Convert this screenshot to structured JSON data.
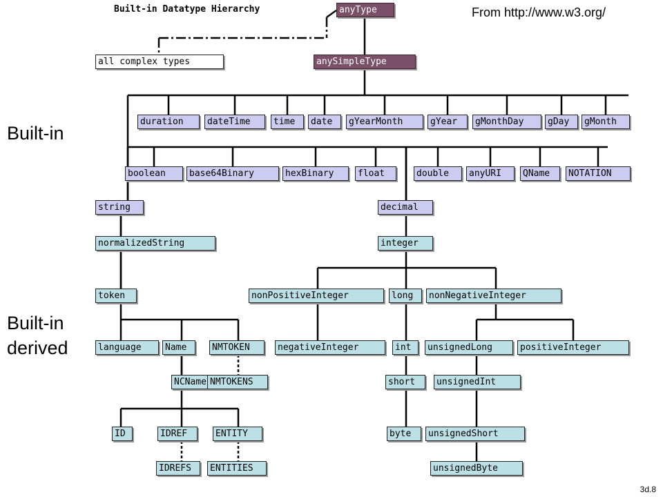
{
  "header": {
    "title": "Built-in Datatype Hierarchy",
    "source": "From http://www.w3.org/"
  },
  "side_labels": {
    "builtin": "Built-in",
    "derived_line1": "Built-in",
    "derived_line2": "derived"
  },
  "footer": {
    "slide_number": "3d.8"
  },
  "colors": {
    "primitive": "#ccccf0",
    "derived": "#bde0e6",
    "ur_type": "#7a5068",
    "complex": "#ffffff",
    "line": "#000000"
  },
  "nodes": [
    {
      "id": "anyType",
      "label": "anyType",
      "kind": "top"
    },
    {
      "id": "allComplexTypes",
      "label": "all complex types",
      "kind": "complex"
    },
    {
      "id": "anySimpleType",
      "label": "anySimpleType",
      "kind": "top"
    },
    {
      "id": "duration",
      "label": "duration",
      "kind": "primitive"
    },
    {
      "id": "dateTime",
      "label": "dateTime",
      "kind": "primitive"
    },
    {
      "id": "time",
      "label": "time",
      "kind": "primitive"
    },
    {
      "id": "date",
      "label": "date",
      "kind": "primitive"
    },
    {
      "id": "gYearMonth",
      "label": "gYearMonth",
      "kind": "primitive"
    },
    {
      "id": "gYear",
      "label": "gYear",
      "kind": "primitive"
    },
    {
      "id": "gMonthDay",
      "label": "gMonthDay",
      "kind": "primitive"
    },
    {
      "id": "gDay",
      "label": "gDay",
      "kind": "primitive"
    },
    {
      "id": "gMonth",
      "label": "gMonth",
      "kind": "primitive"
    },
    {
      "id": "boolean",
      "label": "boolean",
      "kind": "primitive"
    },
    {
      "id": "base64Binary",
      "label": "base64Binary",
      "kind": "primitive"
    },
    {
      "id": "hexBinary",
      "label": "hexBinary",
      "kind": "primitive"
    },
    {
      "id": "float",
      "label": "float",
      "kind": "primitive"
    },
    {
      "id": "double",
      "label": "double",
      "kind": "primitive"
    },
    {
      "id": "anyURI",
      "label": "anyURI",
      "kind": "primitive"
    },
    {
      "id": "QName",
      "label": "QName",
      "kind": "primitive"
    },
    {
      "id": "NOTATION",
      "label": "NOTATION",
      "kind": "primitive"
    },
    {
      "id": "string",
      "label": "string",
      "kind": "primitive"
    },
    {
      "id": "decimal",
      "label": "decimal",
      "kind": "primitive"
    },
    {
      "id": "normalizedString",
      "label": "normalizedString",
      "kind": "derived"
    },
    {
      "id": "integer",
      "label": "integer",
      "kind": "derived"
    },
    {
      "id": "token",
      "label": "token",
      "kind": "derived"
    },
    {
      "id": "nonPositiveInteger",
      "label": "nonPositiveInteger",
      "kind": "derived"
    },
    {
      "id": "long",
      "label": "long",
      "kind": "derived"
    },
    {
      "id": "nonNegativeInteger",
      "label": "nonNegativeInteger",
      "kind": "derived"
    },
    {
      "id": "language",
      "label": "language",
      "kind": "derived"
    },
    {
      "id": "Name",
      "label": "Name",
      "kind": "derived"
    },
    {
      "id": "NMTOKEN",
      "label": "NMTOKEN",
      "kind": "derived"
    },
    {
      "id": "negativeInteger",
      "label": "negativeInteger",
      "kind": "derived"
    },
    {
      "id": "int",
      "label": "int",
      "kind": "derived"
    },
    {
      "id": "unsignedLong",
      "label": "unsignedLong",
      "kind": "derived"
    },
    {
      "id": "positiveInteger",
      "label": "positiveInteger",
      "kind": "derived"
    },
    {
      "id": "NCName",
      "label": "NCName",
      "kind": "derived"
    },
    {
      "id": "NMTOKENS",
      "label": "NMTOKENS",
      "kind": "derived"
    },
    {
      "id": "short",
      "label": "short",
      "kind": "derived"
    },
    {
      "id": "unsignedInt",
      "label": "unsignedInt",
      "kind": "derived"
    },
    {
      "id": "ID",
      "label": "ID",
      "kind": "derived"
    },
    {
      "id": "IDREF",
      "label": "IDREF",
      "kind": "derived"
    },
    {
      "id": "ENTITY",
      "label": "ENTITY",
      "kind": "derived"
    },
    {
      "id": "byte",
      "label": "byte",
      "kind": "derived"
    },
    {
      "id": "unsignedShort",
      "label": "unsignedShort",
      "kind": "derived"
    },
    {
      "id": "IDREFS",
      "label": "IDREFS",
      "kind": "derived"
    },
    {
      "id": "ENTITIES",
      "label": "ENTITIES",
      "kind": "derived"
    },
    {
      "id": "unsignedByte",
      "label": "unsignedByte",
      "kind": "derived"
    }
  ],
  "edges": [
    {
      "from": "anyType",
      "to": "allComplexTypes",
      "style": "dashdot"
    },
    {
      "from": "anyType",
      "to": "anySimpleType",
      "style": "solid"
    },
    {
      "from": "anySimpleType",
      "to": "duration",
      "style": "solid"
    },
    {
      "from": "anySimpleType",
      "to": "dateTime",
      "style": "solid"
    },
    {
      "from": "anySimpleType",
      "to": "time",
      "style": "solid"
    },
    {
      "from": "anySimpleType",
      "to": "date",
      "style": "solid"
    },
    {
      "from": "anySimpleType",
      "to": "gYearMonth",
      "style": "solid"
    },
    {
      "from": "anySimpleType",
      "to": "gYear",
      "style": "solid"
    },
    {
      "from": "anySimpleType",
      "to": "gMonthDay",
      "style": "solid"
    },
    {
      "from": "anySimpleType",
      "to": "gDay",
      "style": "solid"
    },
    {
      "from": "anySimpleType",
      "to": "gMonth",
      "style": "solid"
    },
    {
      "from": "anySimpleType",
      "to": "boolean",
      "style": "solid"
    },
    {
      "from": "anySimpleType",
      "to": "base64Binary",
      "style": "solid"
    },
    {
      "from": "anySimpleType",
      "to": "hexBinary",
      "style": "solid"
    },
    {
      "from": "anySimpleType",
      "to": "float",
      "style": "solid"
    },
    {
      "from": "anySimpleType",
      "to": "double",
      "style": "solid"
    },
    {
      "from": "anySimpleType",
      "to": "anyURI",
      "style": "solid"
    },
    {
      "from": "anySimpleType",
      "to": "QName",
      "style": "solid"
    },
    {
      "from": "anySimpleType",
      "to": "NOTATION",
      "style": "solid"
    },
    {
      "from": "anySimpleType",
      "to": "string",
      "style": "solid"
    },
    {
      "from": "anySimpleType",
      "to": "decimal",
      "style": "solid"
    },
    {
      "from": "string",
      "to": "normalizedString",
      "style": "solid"
    },
    {
      "from": "normalizedString",
      "to": "token",
      "style": "solid"
    },
    {
      "from": "token",
      "to": "language",
      "style": "solid"
    },
    {
      "from": "token",
      "to": "Name",
      "style": "solid"
    },
    {
      "from": "token",
      "to": "NMTOKEN",
      "style": "solid"
    },
    {
      "from": "Name",
      "to": "NCName",
      "style": "solid"
    },
    {
      "from": "NMTOKEN",
      "to": "NMTOKENS",
      "style": "dashed"
    },
    {
      "from": "NCName",
      "to": "ID",
      "style": "solid"
    },
    {
      "from": "NCName",
      "to": "IDREF",
      "style": "solid"
    },
    {
      "from": "NCName",
      "to": "ENTITY",
      "style": "solid"
    },
    {
      "from": "IDREF",
      "to": "IDREFS",
      "style": "dashed"
    },
    {
      "from": "ENTITY",
      "to": "ENTITIES",
      "style": "dashed"
    },
    {
      "from": "decimal",
      "to": "integer",
      "style": "solid"
    },
    {
      "from": "integer",
      "to": "nonPositiveInteger",
      "style": "solid"
    },
    {
      "from": "integer",
      "to": "long",
      "style": "solid"
    },
    {
      "from": "integer",
      "to": "nonNegativeInteger",
      "style": "solid"
    },
    {
      "from": "nonPositiveInteger",
      "to": "negativeInteger",
      "style": "solid"
    },
    {
      "from": "long",
      "to": "int",
      "style": "solid"
    },
    {
      "from": "int",
      "to": "short",
      "style": "solid"
    },
    {
      "from": "short",
      "to": "byte",
      "style": "solid"
    },
    {
      "from": "nonNegativeInteger",
      "to": "unsignedLong",
      "style": "solid"
    },
    {
      "from": "nonNegativeInteger",
      "to": "positiveInteger",
      "style": "solid"
    },
    {
      "from": "unsignedLong",
      "to": "unsignedInt",
      "style": "solid"
    },
    {
      "from": "unsignedInt",
      "to": "unsignedShort",
      "style": "solid"
    },
    {
      "from": "unsignedShort",
      "to": "unsignedByte",
      "style": "solid"
    }
  ]
}
